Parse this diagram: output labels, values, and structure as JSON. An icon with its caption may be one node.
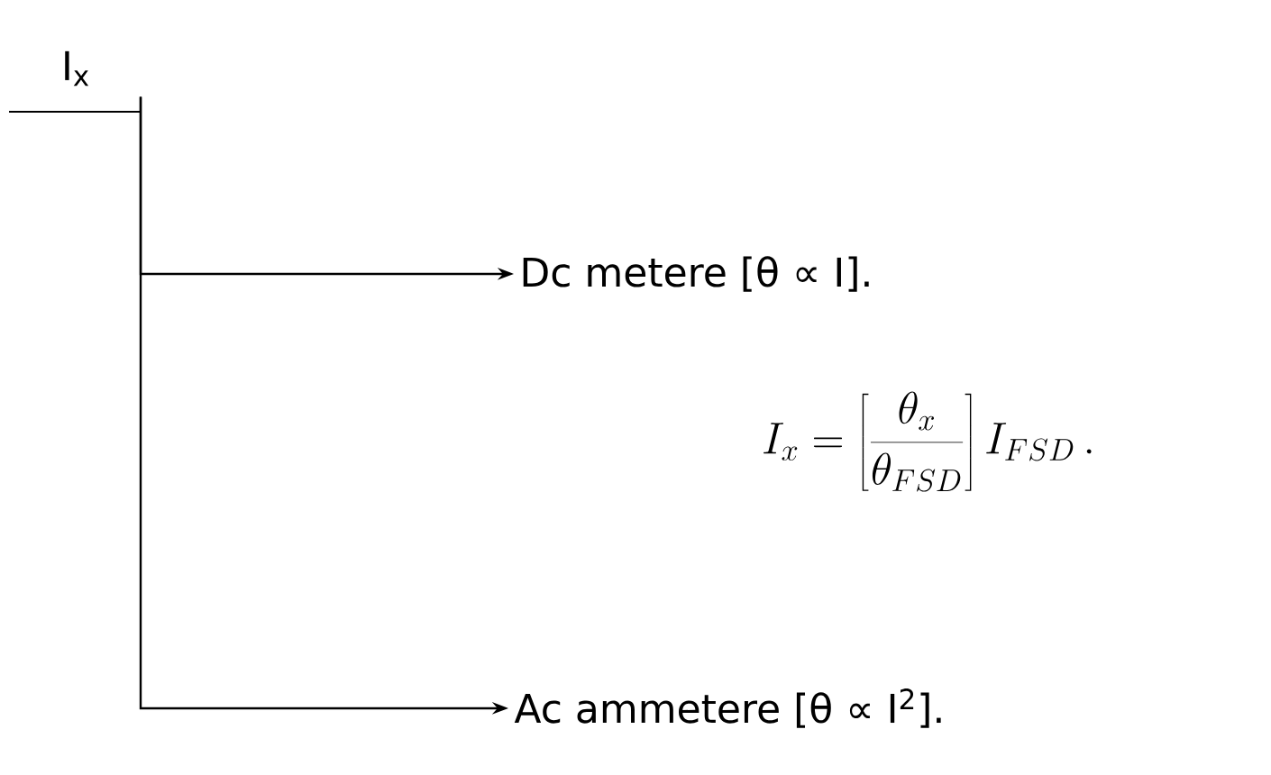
{
  "diagram": {
    "nodes": [
      {
        "text": [
          "I$_{x}$"
        ]
      },
      {
        "text": [
          "Dc metere [θ ∝ I]."
        ]
      },
      {
        "text": [
          "Ac ammetere [θ ∝ I$^{2}$]."
        ]
      }
    ],
    "edges": [
      {
        "from": 0,
        "to": 1,
        "arrow": "to"
      },
      {
        "from": 0,
        "to": 2,
        "arrow": "to"
      }
    ],
    "labels": [
      "I_{x} = \\left[\\frac{\\theta_{x}}{\\theta_{FSD}}\\right] I_{FSD}\\,."
    ]
  }
}
